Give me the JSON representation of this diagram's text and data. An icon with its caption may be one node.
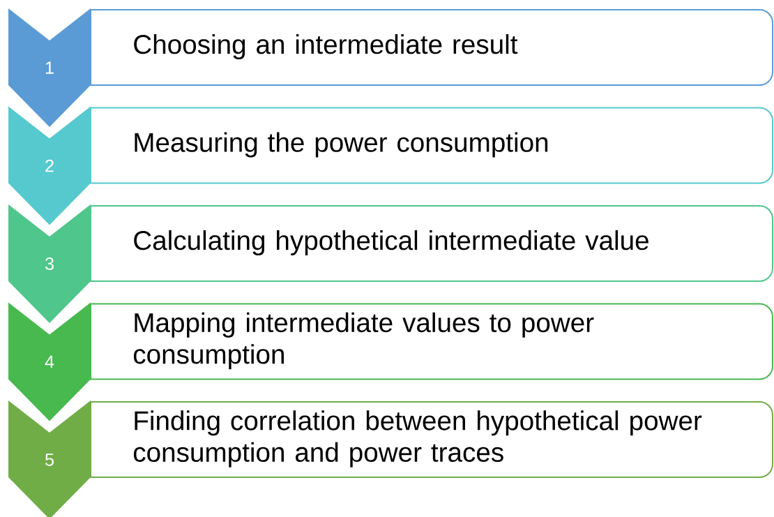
{
  "diagram": {
    "nodes": [
      {
        "text": [
          "1"
        ]
      },
      {
        "text": [
          "Choosing an intermediate result"
        ]
      },
      {
        "text": [
          "2"
        ]
      },
      {
        "text": [
          "Measuring the power consumption"
        ]
      },
      {
        "text": [
          "3"
        ]
      },
      {
        "text": [
          "Calculating hypothetical intermediate value"
        ]
      },
      {
        "text": [
          "4"
        ]
      },
      {
        "text": [
          "Mapping intermediate values to power consumption"
        ]
      },
      {
        "text": [
          "5"
        ]
      },
      {
        "text": [
          "Finding correlation between hypothetical power consumption and power traces"
        ]
      }
    ]
  }
}
